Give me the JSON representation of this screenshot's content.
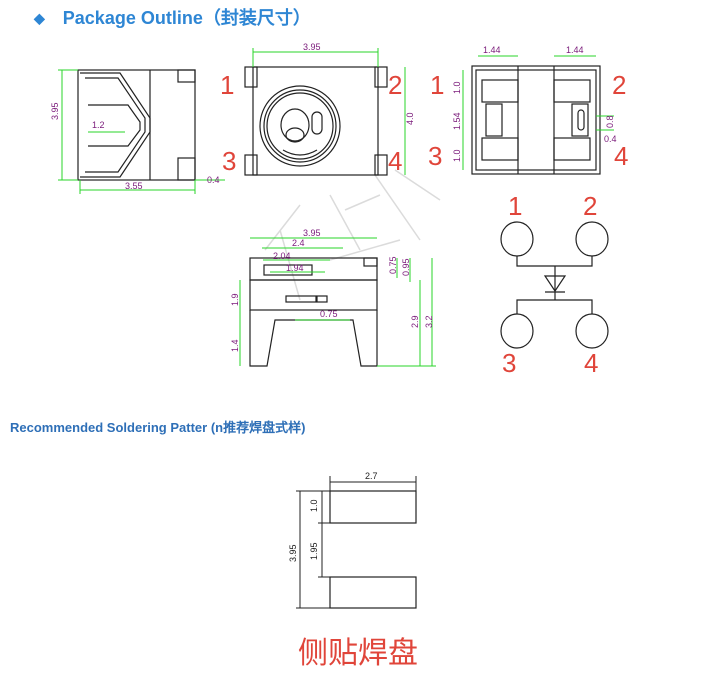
{
  "header": {
    "bullet": "◆",
    "title": "Package Outline（封装尺寸）"
  },
  "section2": {
    "title": "Recommended Soldering Patter (n推荐焊盘式样)"
  },
  "side_label": "侧贴焊盘",
  "dims": {
    "v1": {
      "d395": "3.95",
      "d12": "1.2",
      "d355": "3.55",
      "d04": "0.4"
    },
    "v2": {
      "d395": "3.95",
      "d40": "4.0"
    },
    "v3": {
      "d144a": "1.44",
      "d144b": "1.44",
      "d10a": "1.0",
      "d154": "1.54",
      "d10b": "1.0",
      "d08": "0.8",
      "d04": "0.4"
    },
    "v4": {
      "d395": "3.95",
      "d24": "2.4",
      "d204": "2.04",
      "d194": "1.94",
      "d075a": "0.75",
      "d095": "0.95",
      "d19": "1.9",
      "d14": "1.4",
      "d075b": "0.75",
      "d29": "2.9",
      "d32": "3.2"
    },
    "pad": {
      "d27": "2.7",
      "d10": "1.0",
      "d395": "3.95",
      "d195": "1.95"
    }
  },
  "pins": {
    "p1": "1",
    "p2": "2",
    "p3": "3",
    "p4": "4"
  }
}
